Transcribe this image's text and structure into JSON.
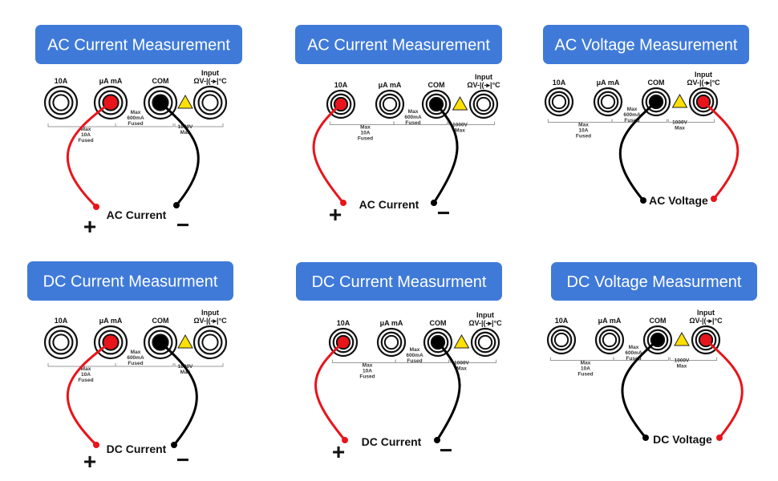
{
  "colors": {
    "title_bg": "#3f7ad9",
    "title_text": "#ffffff",
    "positive": "#e8141b",
    "negative": "#000000"
  },
  "terminals": {
    "t10a": "10A",
    "tua": "μA mA",
    "tcom": "COM",
    "tin_top": "Input",
    "tin": "ΩV-|(-▸|°C"
  },
  "notes": {
    "n10a": [
      "Max",
      "10A",
      "Fused"
    ],
    "nua": [
      "Max",
      "600mA",
      "Fused"
    ],
    "nv": [
      "1000V",
      "Max"
    ]
  },
  "signs": {
    "plus": "+",
    "minus": "−"
  },
  "icons": {
    "warning": "warning-triangle-icon"
  },
  "panels": [
    {
      "title": "AC Current Measurement",
      "label": "AC Current",
      "red": "ua",
      "signs": true
    },
    {
      "title": "AC Current Measurement",
      "label": "AC Current",
      "red": "10a",
      "signs": true
    },
    {
      "title": "AC Voltage Measurement",
      "label": "AC Voltage",
      "red": "input",
      "signs": false
    },
    {
      "title": "DC Current Measurment",
      "label": "DC Current",
      "red": "ua",
      "signs": true
    },
    {
      "title": "DC Current Measurment",
      "label": "DC Current",
      "red": "10a",
      "signs": true
    },
    {
      "title": "DC Voltage Measurment",
      "label": "DC Voltage",
      "red": "input",
      "signs": false
    }
  ]
}
